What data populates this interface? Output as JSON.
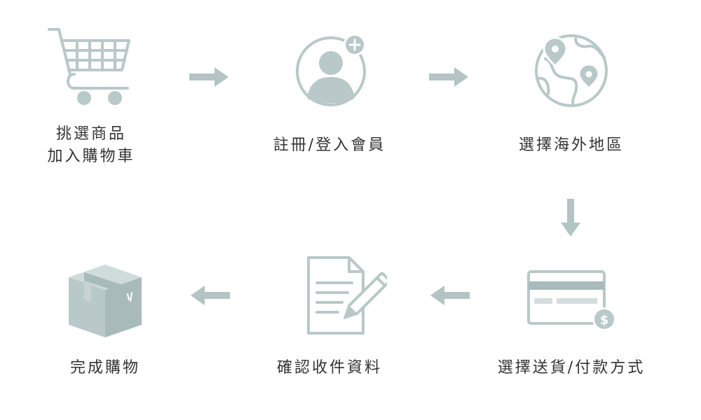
{
  "colors": {
    "icon": "#b9c8c8",
    "icon_dark": "#a9baba",
    "arrow": "#b4c4c4",
    "text": "#333333"
  },
  "steps": [
    {
      "icon": "cart-icon",
      "label_lines": [
        "挑選商品",
        "加入購物車"
      ]
    },
    {
      "icon": "user-add-icon",
      "label_lines": [
        "註冊/登入會員"
      ]
    },
    {
      "icon": "globe-pin-icon",
      "label_lines": [
        "選擇海外地區"
      ]
    },
    {
      "icon": "credit-card-dollar-icon",
      "label_lines": [
        "選擇送貨/付款方式"
      ]
    },
    {
      "icon": "document-edit-icon",
      "label_lines": [
        "確認收件資料"
      ]
    },
    {
      "icon": "package-box-icon",
      "label_lines": [
        "完成購物"
      ]
    }
  ]
}
